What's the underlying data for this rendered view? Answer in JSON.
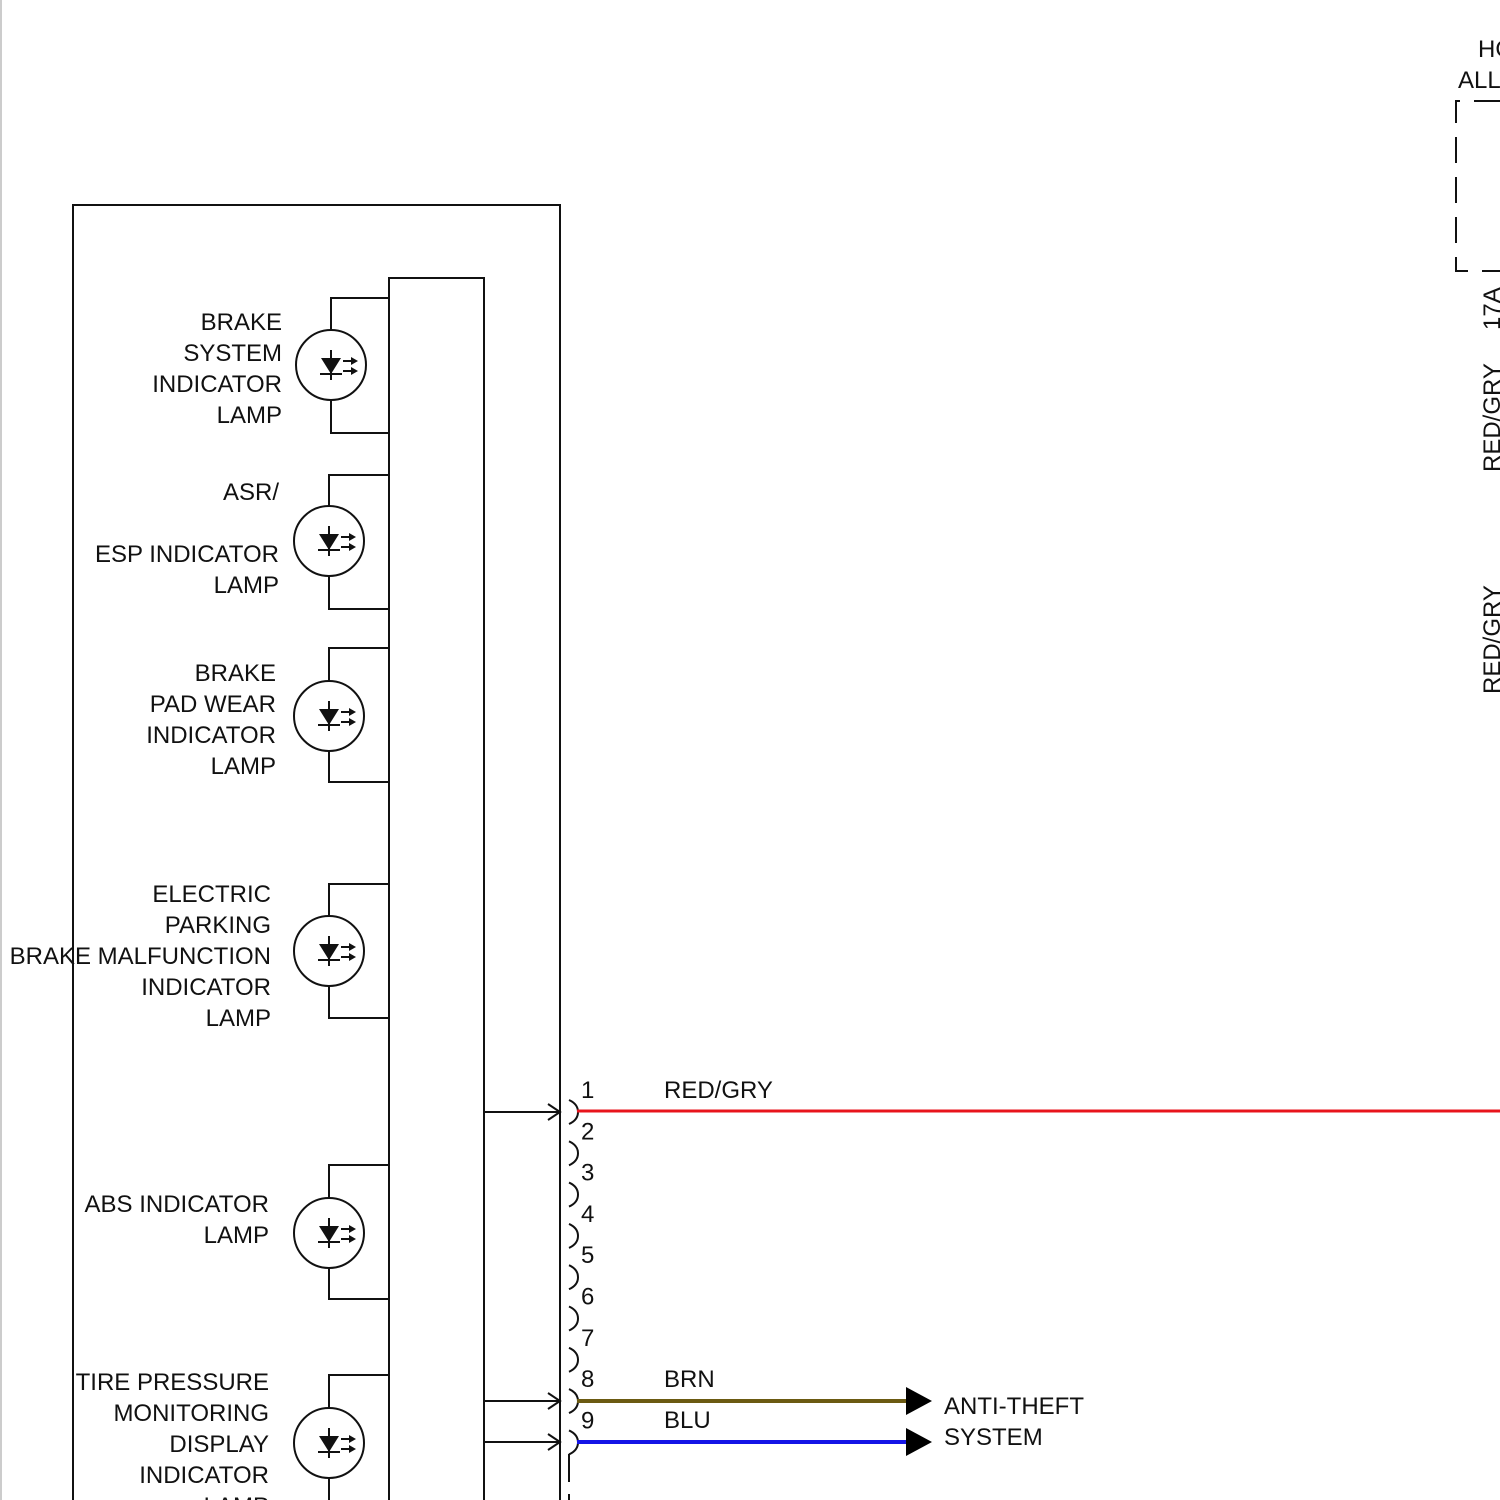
{
  "lamps": [
    {
      "id": "brake-system",
      "lines": [
        "BRAKE",
        "SYSTEM",
        "INDICATOR",
        "LAMP"
      ]
    },
    {
      "id": "asr-esp",
      "lines": [
        "ASR/",
        "",
        "ESP INDICATOR",
        "LAMP"
      ]
    },
    {
      "id": "brake-pad-wear",
      "lines": [
        "BRAKE",
        "PAD WEAR",
        "INDICATOR",
        "LAMP"
      ]
    },
    {
      "id": "epb-malfunction",
      "lines": [
        "ELECTRIC",
        "PARKING",
        "BRAKE MALFUNCTION",
        "INDICATOR",
        "LAMP"
      ]
    },
    {
      "id": "abs",
      "lines": [
        "ABS INDICATOR",
        "LAMP"
      ]
    },
    {
      "id": "tpms-display",
      "lines": [
        "TIRE PRESSURE",
        "MONITORING",
        "DISPLAY",
        "INDICATOR",
        "LAMP"
      ]
    }
  ],
  "connector": {
    "pins": [
      "1",
      "2",
      "3",
      "4",
      "5",
      "6",
      "7",
      "8",
      "9"
    ]
  },
  "wires": [
    {
      "pin": "1",
      "color_label": "RED/GRY",
      "color": "#e8141c"
    },
    {
      "pin": "8",
      "color_label": "BRN",
      "color": "#6b5a12"
    },
    {
      "pin": "9",
      "color_label": "BLU",
      "color": "#1414e6"
    }
  ],
  "destination": {
    "lines": [
      "ANTI-THEFT",
      "SYSTEM"
    ]
  },
  "right_edge": {
    "module_lines": [
      "HO",
      "ALL"
    ],
    "fuse_label": "17A",
    "wire_label_1": "RED/GRY",
    "wire_label_2": "RED/GRY"
  }
}
